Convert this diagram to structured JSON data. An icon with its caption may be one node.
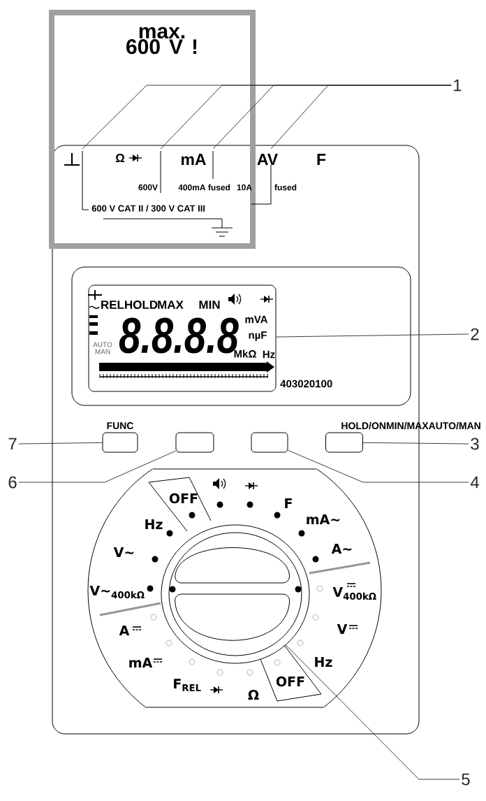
{
  "diagram": {
    "nodes": [
      {
        "text": [
          "max. 600 V !"
        ]
      },
      {
        "text": [],
        "shape": "box"
      },
      {
        "text": [
          "RELHOLD",
          "MAX",
          "MIN",
          "mVA",
          "nµF",
          "MkΩ",
          "Hz",
          "AUTO",
          "MAN",
          "8.8.8.8",
          "403020100"
        ],
        "in": 1
      },
      {
        "text": [],
        "shape": "box",
        "in": 1,
        "beside": [
          "FUNC"
        ]
      },
      {
        "text": [],
        "shape": "box",
        "in": 1
      },
      {
        "text": [],
        "shape": "box",
        "in": 1
      },
      {
        "text": [],
        "shape": "box",
        "in": 1,
        "beside": [
          "HOLD/ONMIN/MAXAUTO/MAN"
        ]
      },
      {
        "text": [
          "OFF",
          "F",
          "Hz",
          "mA~",
          "V~",
          "A~",
          "V~$_{400kΩ}$",
          "V$_{400kΩ}$",
          "A",
          "V",
          "mA",
          "Hz",
          "F$_{REL}$",
          "Ω",
          "OFF"
        ],
        "in": 1
      },
      {
        "text": [],
        "shape": "circle",
        "in": 7
      },
      {
        "text": [
          "1"
        ]
      },
      {
        "text": [
          "2"
        ]
      },
      {
        "text": [
          "3"
        ]
      },
      {
        "text": [
          "4"
        ]
      },
      {
        "text": [
          "5"
        ]
      },
      {
        "text": [
          "6"
        ]
      },
      {
        "text": [
          "7"
        ]
      }
    ],
    "edges": [
      {
        "from": 9,
        "to": 0,
        "arrow": "none"
      },
      {
        "from": 9,
        "to": 0,
        "arrow": "none"
      },
      {
        "from": 9,
        "to": 0,
        "arrow": "none"
      },
      {
        "from": 9,
        "to": 0,
        "arrow": "none"
      },
      {
        "from": 10,
        "to": 2,
        "arrow": "none"
      },
      {
        "from": 11,
        "to": 6,
        "arrow": "none"
      },
      {
        "from": 12,
        "to": 5,
        "arrow": "none"
      },
      {
        "from": 13,
        "to": 8,
        "arrow": "none"
      },
      {
        "from": 14,
        "to": 4,
        "arrow": "none"
      },
      {
        "from": 15,
        "to": 3,
        "arrow": "none"
      }
    ],
    "labels": [
      "Ω",
      "mA",
      "AV",
      "F",
      "600V",
      "400mA fused",
      "10A",
      "fused",
      "600 V CAT II / 300 V CAT III"
    ]
  }
}
